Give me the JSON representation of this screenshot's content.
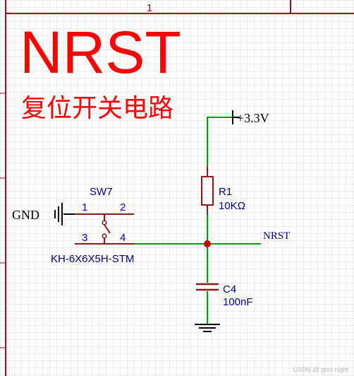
{
  "frame": {
    "zone_label": "1"
  },
  "heading": {
    "title": "NRST",
    "subtitle": "复位开关电路"
  },
  "power": {
    "label": "+3.3V"
  },
  "resistor": {
    "ref": "R1",
    "value": "10KΩ"
  },
  "capacitor": {
    "ref": "C4",
    "value": "100nF"
  },
  "net": {
    "label": "NRST"
  },
  "switch": {
    "ref": "SW7",
    "footprint": "KH-6X6X5H-STM",
    "gnd_label": "GND",
    "pins": [
      "1",
      "2",
      "3",
      "4"
    ]
  },
  "watermark": "CSDN @    gool night",
  "colors": {
    "frame": "#8b1a1a",
    "wire": "#00a000",
    "component": "#8b1a1a",
    "pin": "#8b1a1a",
    "junction": "#c00000",
    "title": "#ff0000",
    "designator": "#000080",
    "pin_number": "#0000cc",
    "power": "#000000"
  }
}
